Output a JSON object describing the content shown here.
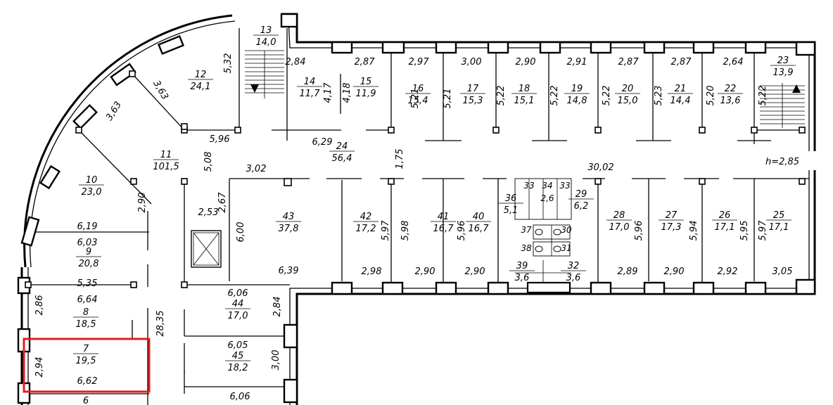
{
  "plan": {
    "highlight_color": "#e02020",
    "height_label": "h=2,85",
    "rooms": [
      {
        "num": "13",
        "area": "14,0"
      },
      {
        "num": "12",
        "area": "24,1"
      },
      {
        "num": "14",
        "area": "11,7"
      },
      {
        "num": "15",
        "area": "11,9"
      },
      {
        "num": "16",
        "area": "15,4"
      },
      {
        "num": "17",
        "area": "15,3"
      },
      {
        "num": "18",
        "area": "15,1"
      },
      {
        "num": "19",
        "area": "14,8"
      },
      {
        "num": "20",
        "area": "15,0"
      },
      {
        "num": "21",
        "area": "14,4"
      },
      {
        "num": "22",
        "area": "13,6"
      },
      {
        "num": "23",
        "area": "13,9"
      },
      {
        "num": "24",
        "area": "56,4"
      },
      {
        "num": "11",
        "area": "101,5"
      },
      {
        "num": "10",
        "area": "23,0"
      },
      {
        "num": "9",
        "area": "20,8"
      },
      {
        "num": "8",
        "area": "18,5"
      },
      {
        "num": "7",
        "area": "19,5"
      },
      {
        "num": "6",
        "area": ""
      },
      {
        "num": "43",
        "area": "37,8"
      },
      {
        "num": "42",
        "area": "17,2"
      },
      {
        "num": "41",
        "area": "16,7"
      },
      {
        "num": "40",
        "area": "16,7"
      },
      {
        "num": "36",
        "area": "5,1"
      },
      {
        "num": "29",
        "area": "6,2"
      },
      {
        "num": "28",
        "area": "17,0"
      },
      {
        "num": "27",
        "area": "17,3"
      },
      {
        "num": "26",
        "area": "17,1"
      },
      {
        "num": "25",
        "area": "17,1"
      },
      {
        "num": "39",
        "area": "3,6"
      },
      {
        "num": "32",
        "area": "3,6"
      },
      {
        "num": "44",
        "area": "17,0"
      },
      {
        "num": "45",
        "area": "18,2"
      }
    ],
    "small_labels": [
      "33",
      "34",
      "33",
      "2,6",
      "37",
      "30",
      "38",
      "31"
    ],
    "dimensions": [
      "5,32",
      "2,84",
      "2,87",
      "2,97",
      "3,00",
      "2,90",
      "2,91",
      "2,87",
      "2,87",
      "2,64",
      "4,17",
      "4,18",
      "5,21",
      "5,21",
      "5,22",
      "5,22",
      "5,22",
      "5,23",
      "5,20",
      "5,22",
      "3,63",
      "3,63",
      "5,96",
      "6,29",
      "1,75",
      "5,08",
      "3,02",
      "30,02",
      "2,90",
      "2,67",
      "2,53",
      "6,00",
      "5,98",
      "5,97",
      "5,96",
      "5,96",
      "5,94",
      "5,95",
      "5,97",
      "6,19",
      "6,03",
      "5,35",
      "6,39",
      "2,98",
      "2,90",
      "2,90",
      "2,89",
      "2,90",
      "2,92",
      "3,05",
      "6,06",
      "2,86",
      "6,64",
      "2,84",
      "28,35",
      "6,05",
      "3,00",
      "2,94",
      "6,62",
      "6,06"
    ]
  }
}
